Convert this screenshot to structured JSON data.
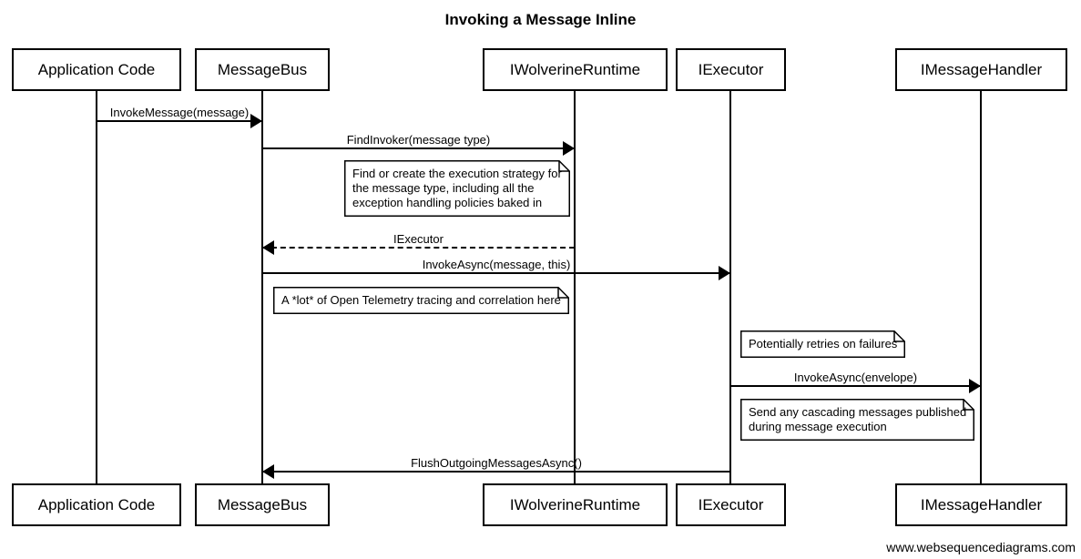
{
  "title": "Invoking a Message Inline",
  "watermark": "www.websequencediagrams.com",
  "actors": [
    {
      "label": "Application Code"
    },
    {
      "label": "MessageBus"
    },
    {
      "label": "IWolverineRuntime"
    },
    {
      "label": "IExecutor"
    },
    {
      "label": "IMessageHandler"
    }
  ],
  "messages": [
    {
      "label": "InvokeMessage(message)",
      "from": "Application Code",
      "to": "MessageBus",
      "line": "solid",
      "direction": "right"
    },
    {
      "label": "FindInvoker(message type)",
      "from": "MessageBus",
      "to": "IWolverineRuntime",
      "line": "solid",
      "direction": "right"
    },
    {
      "label": "IExecutor",
      "from": "IWolverineRuntime",
      "to": "MessageBus",
      "line": "dashed",
      "direction": "left"
    },
    {
      "label": "InvokeAsync(message, this)",
      "from": "MessageBus",
      "to": "IExecutor",
      "line": "solid",
      "direction": "right"
    },
    {
      "label": "InvokeAsync(envelope)",
      "from": "IExecutor",
      "to": "IMessageHandler",
      "line": "solid",
      "direction": "right"
    },
    {
      "label": "FlushOutgoingMessagesAsync()",
      "from": "IExecutor",
      "to": "MessageBus",
      "line": "solid",
      "direction": "left"
    }
  ],
  "notes": [
    {
      "text": "Find or create the execution strategy for\nthe message type, including all the\nexception handling policies baked in"
    },
    {
      "text": "A *lot* of Open Telemetry tracing and correlation here"
    },
    {
      "text": "Potentially retries on failures"
    },
    {
      "text": "Send any cascading messages published\nduring message execution"
    }
  ],
  "colors": {
    "ink": "#000000",
    "background": "#ffffff"
  }
}
